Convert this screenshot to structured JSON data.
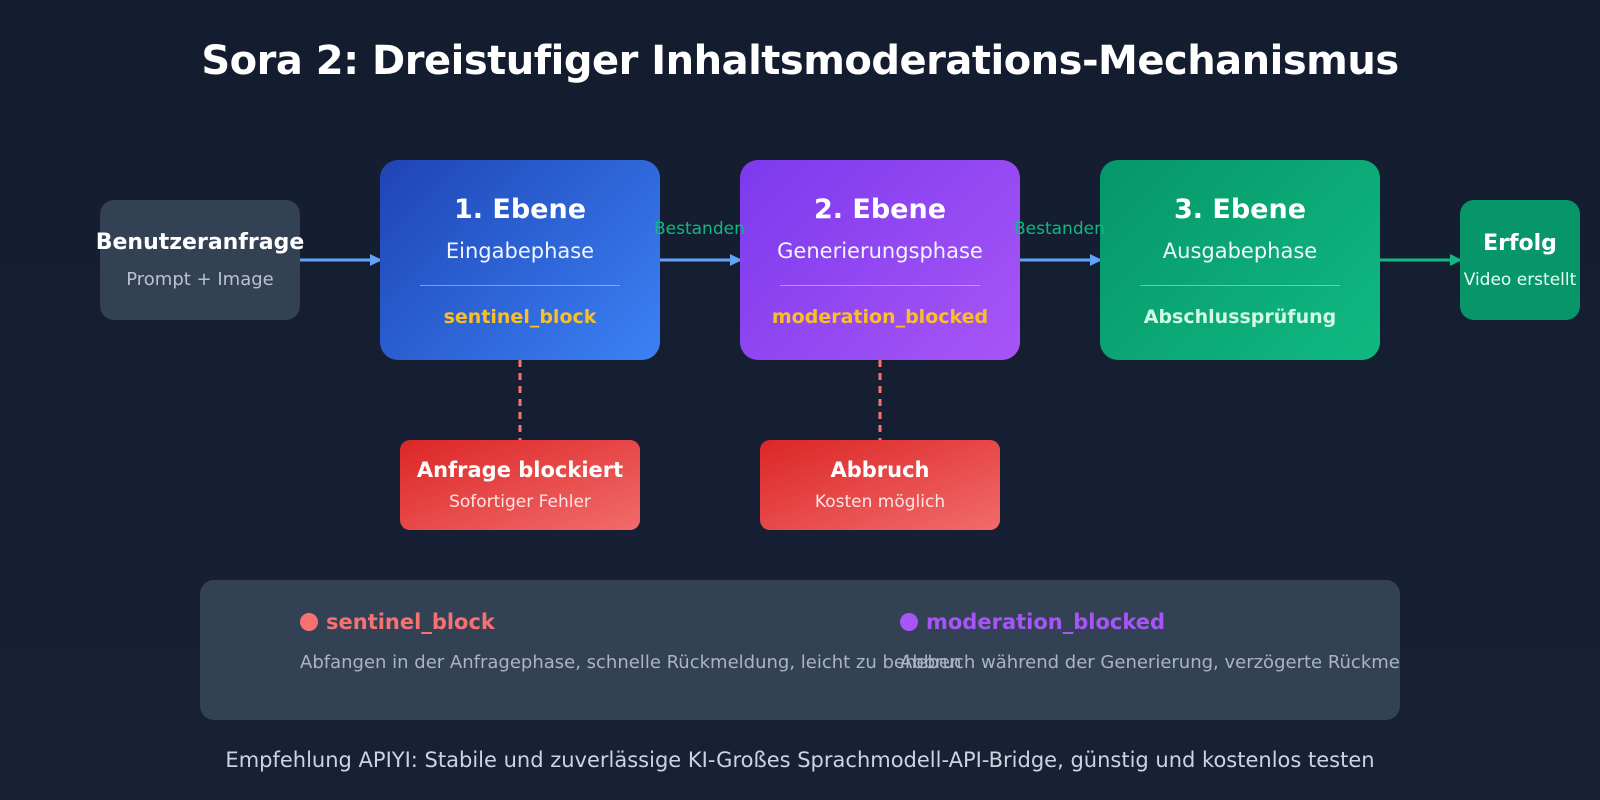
{
  "title": "Sora 2: Dreistufiger Inhaltsmoderations-Mechanismus",
  "input_node": {
    "title": "Benutzeranfrage",
    "subtitle": "Prompt + Image"
  },
  "stages": [
    {
      "heading": "1. Ebene",
      "phase": "Eingabephase",
      "code": "sentinel_block"
    },
    {
      "heading": "2. Ebene",
      "phase": "Generierungsphase",
      "code": "moderation_blocked"
    },
    {
      "heading": "3. Ebene",
      "phase": "Ausgabephase",
      "code": "Abschlussprüfung"
    }
  ],
  "arrow_labels": [
    "Bestanden",
    "Bestanden"
  ],
  "success_node": {
    "title": "Erfolg",
    "subtitle": "Video erstellt"
  },
  "blocks": [
    {
      "title": "Anfrage blockiert",
      "subtitle": "Sofortiger Fehler"
    },
    {
      "title": "Abbruch",
      "subtitle": "Kosten möglich"
    }
  ],
  "legend": [
    {
      "label": "sentinel_block",
      "description": "Abfangen in der Anfragephase, schnelle Rückmeldung, leicht zu beheben",
      "color": "#f87171"
    },
    {
      "label": "moderation_blocked",
      "description": "Abbruch während der Generierung, verzögerte Rückmeldung, erfordert Optimierung",
      "color": "#a855f7"
    }
  ],
  "footer": "Empfehlung APIYI: Stabile und zuverlässige KI-Großes Sprachmodell-API-Bridge, günstig und kostenlos testen",
  "colors": {
    "background": "#141c2f",
    "arrow_blue": "#60a5fa",
    "arrow_green": "#10b981",
    "dashed_red": "#f87171",
    "code_highlight": "#fbbf24"
  }
}
